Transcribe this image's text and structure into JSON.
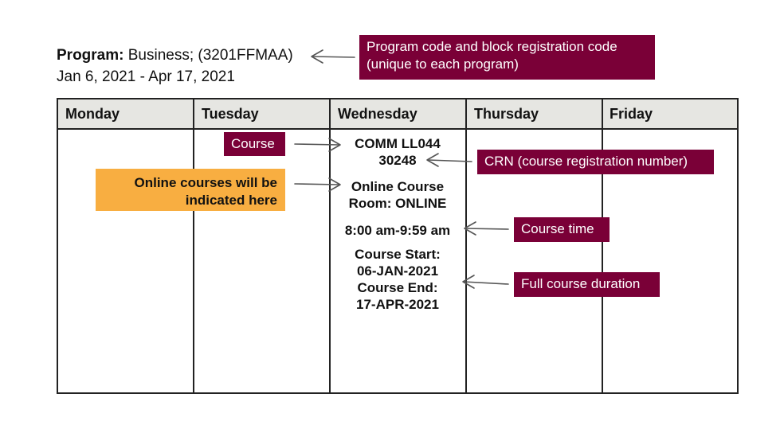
{
  "program": {
    "label": "Program:",
    "value": " Business; (3201FFMAA)",
    "dates": "Jan 6, 2021 - Apr 17, 2021"
  },
  "schedule": {
    "days": [
      "Monday",
      "Tuesday",
      "Wednesday",
      "Thursday",
      "Friday"
    ],
    "course": {
      "code": "COMM LL044",
      "crn": "30248",
      "type": "Online Course",
      "room": "Room: ONLINE",
      "time": "8:00 am-9:59 am",
      "start_label": "Course Start:",
      "start_date": "06-JAN-2021",
      "end_label": "Course End:",
      "end_date": "17-APR-2021"
    }
  },
  "callouts": {
    "program_code_line1": "Program code and block registration code",
    "program_code_line2": "(unique to each program)",
    "course": "Course",
    "crn": "CRN (course registration number)",
    "online_line1": "Online courses will be",
    "online_line2": "indicated here",
    "time": "Course time",
    "duration": "Full course duration"
  },
  "colors": {
    "callout_maroon": "#7a0037",
    "callout_orange": "#f8ae41",
    "header_fill": "#e6e6e2",
    "arrow": "#555555"
  }
}
